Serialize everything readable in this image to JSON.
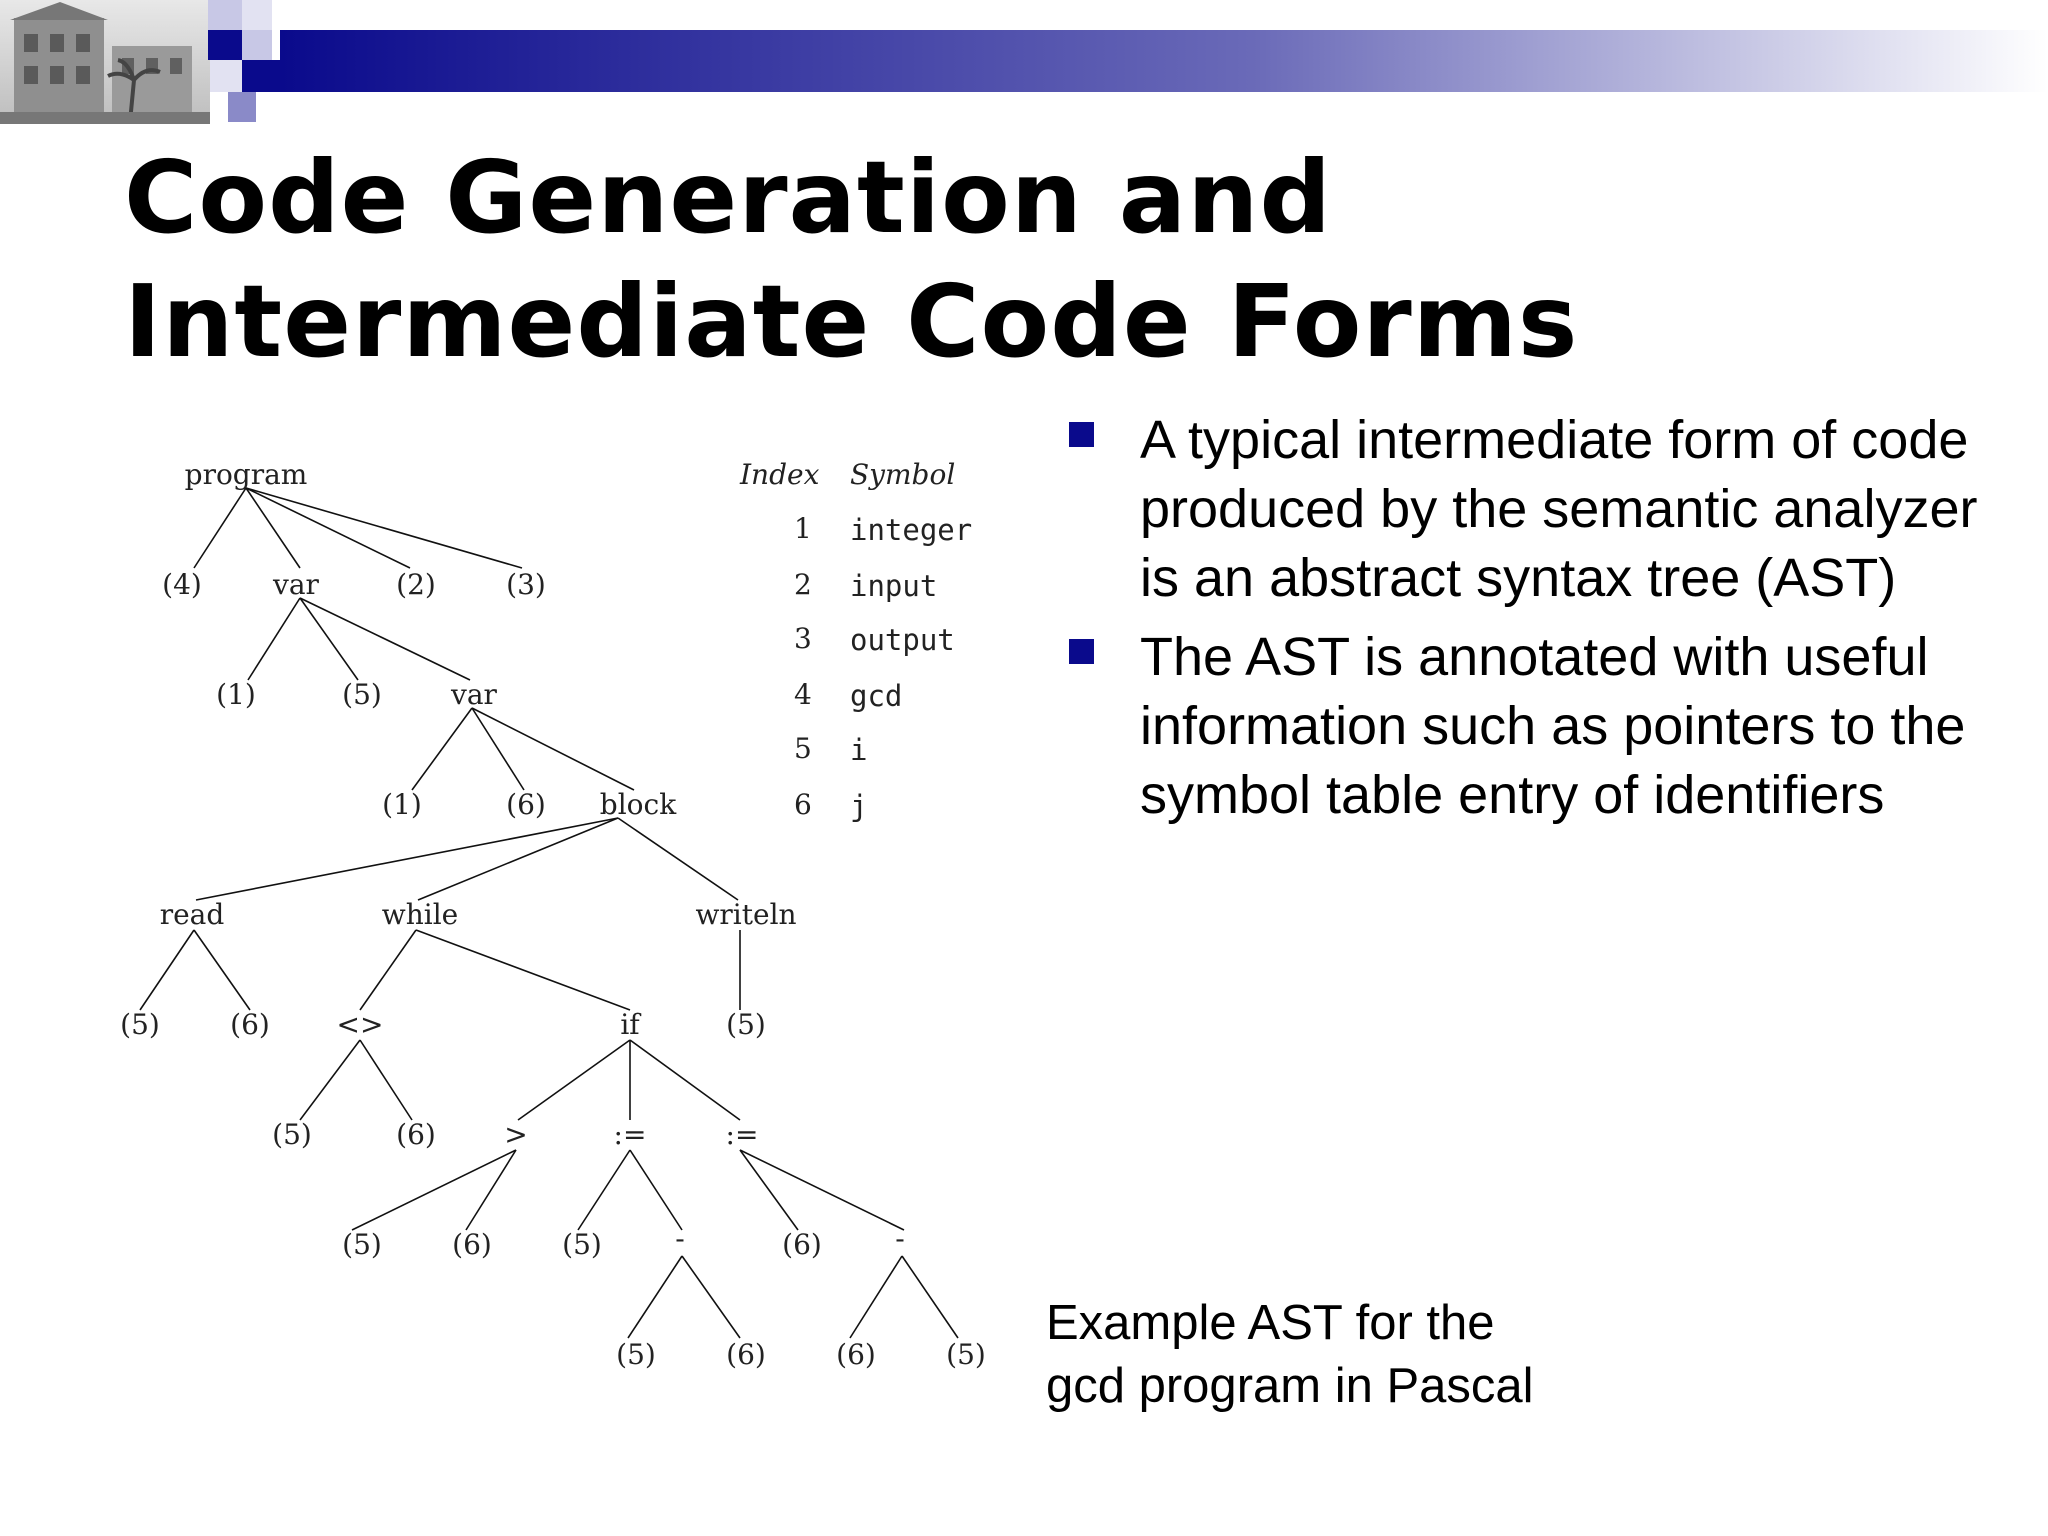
{
  "slide": {
    "title_line1": "Code Generation and",
    "title_line2": "Intermediate Code Forms",
    "bullets": [
      "A typical intermediate form of code produced by the semantic analyzer is an abstract syntax tree (AST)",
      "The AST is annotated with useful information such as pointers to the symbol table entry of identifiers"
    ],
    "caption_line1": "Example AST for the",
    "caption_line2": "gcd program in Pascal",
    "colors": {
      "header_dark": "#0a0a8c",
      "bullet": "#0a0a8c"
    }
  },
  "symbol_table": {
    "headers": [
      "Index",
      "Symbol"
    ],
    "rows": [
      {
        "index": "1",
        "symbol": "integer"
      },
      {
        "index": "2",
        "symbol": "input"
      },
      {
        "index": "3",
        "symbol": "output"
      },
      {
        "index": "4",
        "symbol": "gcd"
      },
      {
        "index": "5",
        "symbol": "i"
      },
      {
        "index": "6",
        "symbol": "j"
      }
    ]
  },
  "ast": {
    "program": "program",
    "p_4": "(4)",
    "var1": "var",
    "p_2": "(2)",
    "p_3": "(3)",
    "v1_1": "(1)",
    "v1_5": "(5)",
    "var2": "var",
    "v2_1": "(1)",
    "v2_6": "(6)",
    "block": "block",
    "read": "read",
    "while": "while",
    "writeln": "writeln",
    "r_5": "(5)",
    "r_6": "(6)",
    "neq": "<>",
    "if": "if",
    "wl_5": "(5)",
    "neq_5": "(5)",
    "neq_6": "(6)",
    "gt": ">",
    "assign1": ":=",
    "assign2": ":=",
    "gt_5": "(5)",
    "gt_6": "(6)",
    "as1_5": "(5)",
    "minus1": "-",
    "as2_6": "(6)",
    "minus2": "-",
    "m1_5": "(5)",
    "m1_6": "(6)",
    "m2_6": "(6)",
    "m2_5": "(5)"
  }
}
